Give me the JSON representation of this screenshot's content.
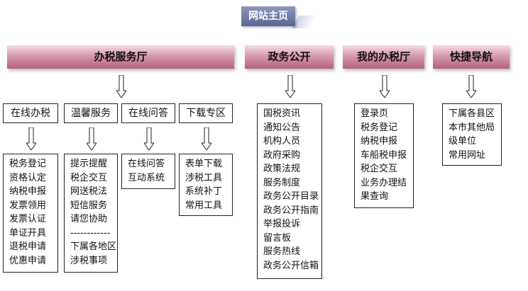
{
  "home": "网站主页",
  "sections": {
    "tax": "办税服务厅",
    "gov": "政务公开",
    "mine": "我的办税厅",
    "nav": "快捷导航"
  },
  "tax_groups": [
    {
      "title": "在线办税",
      "items": [
        "税务登记",
        "资格认定",
        "纳税申报",
        "发票领用",
        "发票认证",
        "单证开具",
        "退税申请",
        "优惠申请"
      ]
    },
    {
      "title": "温馨服务",
      "items": [
        "提示提醒",
        "税企交互",
        "网送税法",
        "短信服务",
        "请您协助",
        "------------",
        "下属各地区",
        "涉税事项"
      ]
    },
    {
      "title": "在线问答",
      "items": [
        "在线问答",
        "互动系统"
      ]
    },
    {
      "title": "下载专区",
      "items": [
        "表单下载",
        "涉税工具",
        "系统补丁",
        "常用工具"
      ]
    }
  ],
  "gov_items": [
    "国税资讯",
    "通知公告",
    "机构人员",
    "政府采购",
    "政策法规",
    "服务制度",
    "政务公开目录",
    "政务公开指南",
    "举报投诉",
    "留言板",
    "服务热线",
    "政务公开信箱"
  ],
  "mine_items": [
    "登录页",
    "税务登记",
    "纳税申报",
    "车船税申报",
    "税企交互",
    "业务办理结",
    "果查询"
  ],
  "nav_items": [
    "下属各县区",
    "本市其他局",
    "级单位",
    "常用网址"
  ]
}
